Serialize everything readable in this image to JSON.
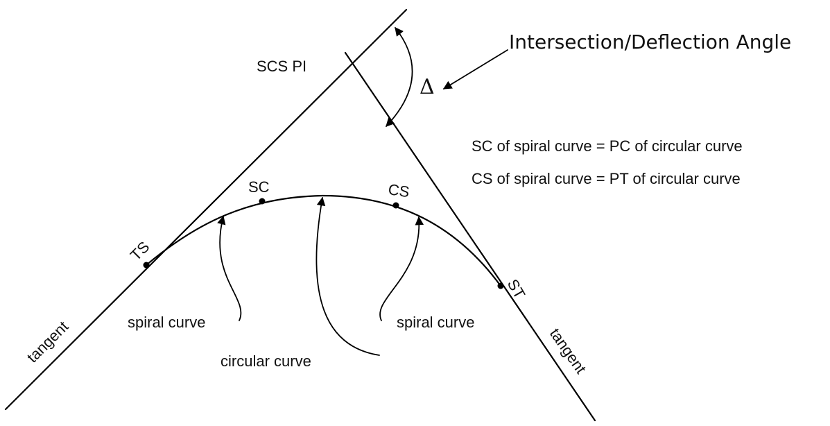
{
  "labels": {
    "title": "Intersection/Deflection Angle",
    "delta": "Δ",
    "pi": "SCS PI",
    "ts": "TS",
    "sc": "SC",
    "cs": "CS",
    "st": "ST",
    "tangent_left": "tangent",
    "tangent_right": "tangent",
    "spiral_left": "spiral curve",
    "spiral_right": "spiral curve",
    "circular": "circular curve"
  },
  "notes": [
    "SC of spiral curve = PC of circular curve",
    "CS of spiral curve = PT of circular curve"
  ]
}
